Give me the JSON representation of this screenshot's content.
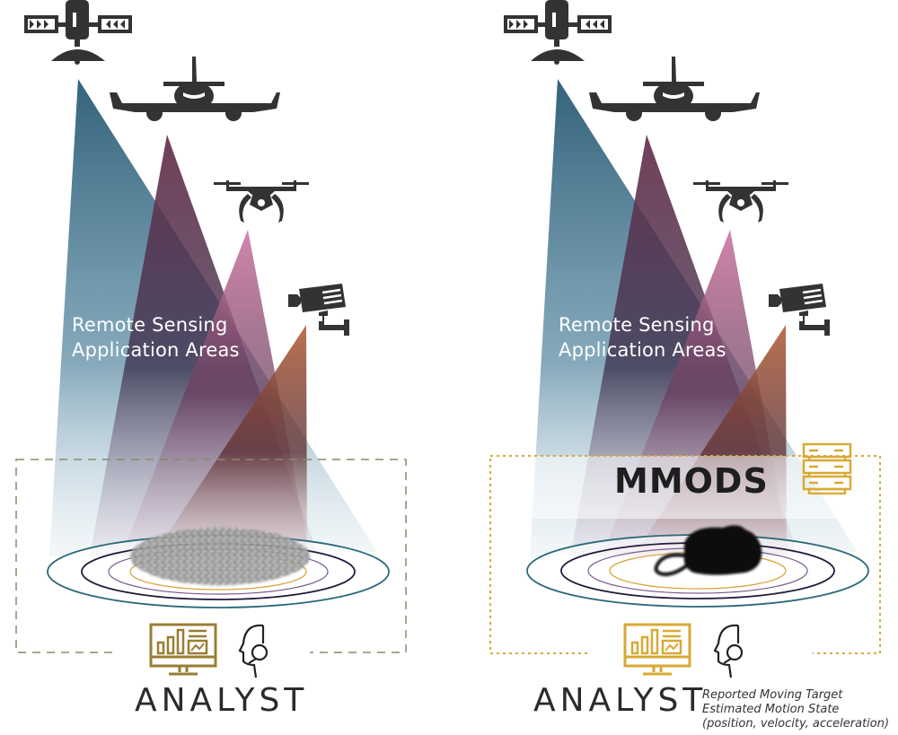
{
  "panels": [
    {
      "id": "left",
      "overlay_line1": "Remote Sensing",
      "overlay_line2": "Application Areas",
      "analyst_label": "ANALYST",
      "target": "noise-blob",
      "box_style": "dashed",
      "box_color": "#8a8a6a"
    },
    {
      "id": "right",
      "overlay_line1": "Remote Sensing",
      "overlay_line2": "Application Areas",
      "system_label": "MMODS",
      "analyst_label": "ANALYST",
      "target": "mouse",
      "box_style": "dotted",
      "box_color": "#d6a93a",
      "note_lines": [
        "Reported Moving Target",
        "Estimated Motion State",
        "(position, velocity, acceleration)"
      ]
    }
  ],
  "sensors": [
    "satellite-icon",
    "airplane-icon",
    "drone-icon",
    "cctv-camera-icon"
  ],
  "colors": {
    "satellite_beam": "#2f5f78",
    "airplane_beam": "#6b3550",
    "drone_beam": "#c0608f",
    "camera_beam": "#b86a45",
    "icon_dark": "#333333",
    "gold": "#9a7d32",
    "gold_bright": "#d9a935",
    "ring_teal": "#2a6a78",
    "ring_navy": "#241a3c",
    "ring_purple": "#7a5a8e",
    "ring_gold": "#d8a23a"
  }
}
